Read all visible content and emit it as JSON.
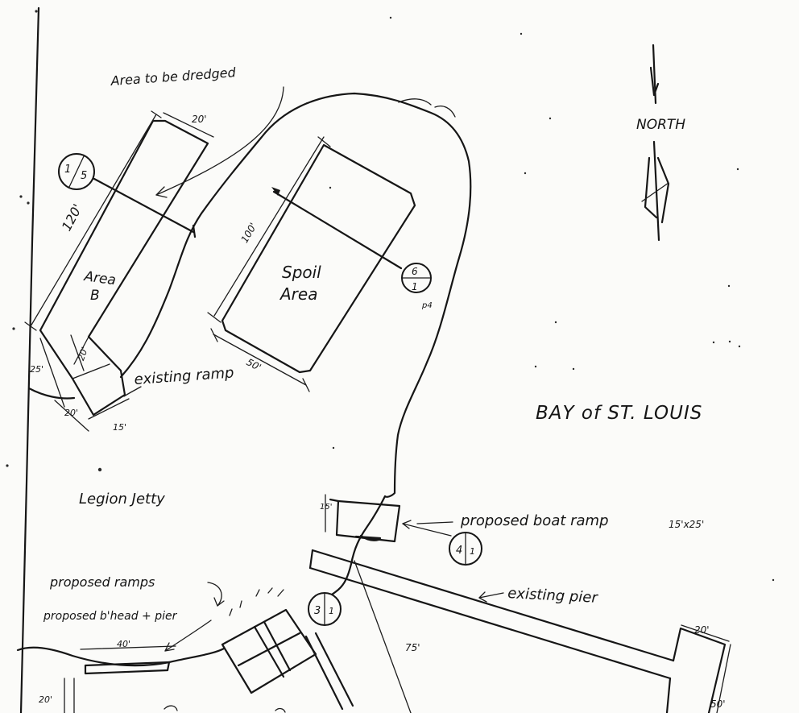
{
  "labels": {
    "area_to_be_dredged": "Area to be dredged",
    "north": "NORTH",
    "bay": "BAY of ST. LOUIS",
    "spoil_line1": "Spoil",
    "spoil_line2": "Area",
    "area_b_line1": "Area",
    "area_b_line2": "B",
    "existing_ramp": "existing ramp",
    "legion_jetty": "Legion Jetty",
    "proposed_boat_ramp": "proposed boat ramp",
    "proposed_boat_ramp_size": "15'x25'",
    "existing_pier": "existing pier",
    "proposed_ramps": "proposed ramps",
    "proposed_bulkhead_pier": "proposed b'head + pier"
  },
  "dimensions": {
    "area_b_width": "20'",
    "area_b_length": "120'",
    "area_b_bend": "20'",
    "ramp_side": "25'",
    "ramp_bottom_a": "20'",
    "ramp_bottom_b": "15'",
    "spoil_length": "100'",
    "spoil_width": "50'",
    "boat_ramp_side": "15'",
    "bottom_40": "40'",
    "bottom_left_20": "20'",
    "pier_75": "75'",
    "right_top_20": "20'",
    "right_bottom_50": "50'"
  },
  "callouts": {
    "c1": {
      "top": "1",
      "bottom": "5"
    },
    "c2": {
      "top": "6",
      "bottom": "1",
      "note": "p4"
    },
    "c3": {
      "top": "4",
      "bottom": "1"
    },
    "c4": {
      "top": "3",
      "bottom": "1"
    }
  }
}
